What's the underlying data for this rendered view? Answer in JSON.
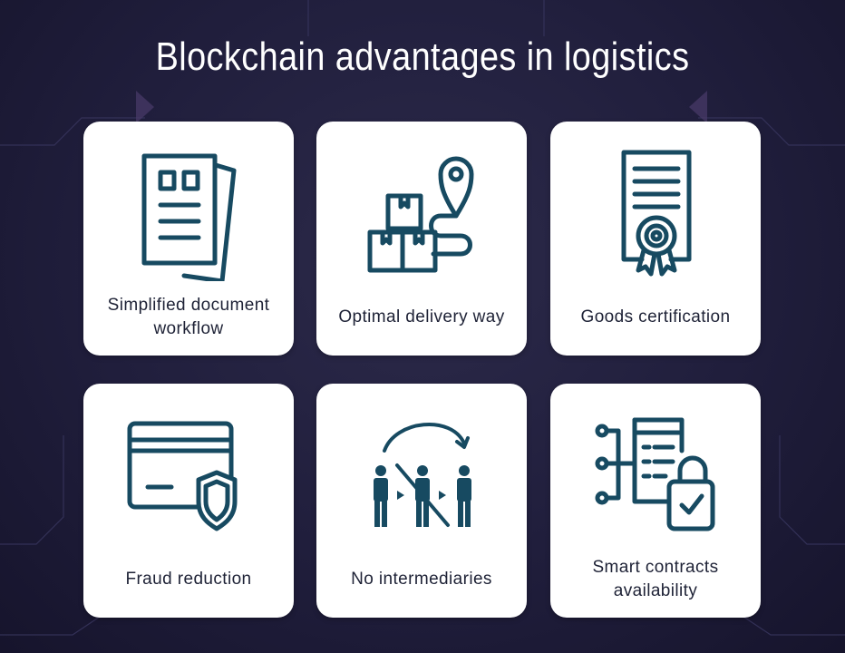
{
  "title": "Blockchain advantages in logistics",
  "colors": {
    "background": "#201e3c",
    "icon": "#174a61",
    "card": "#ffffff",
    "text": "#1e2236",
    "title": "#ffffff"
  },
  "cards": [
    {
      "label": "Simplified document\nworkflow",
      "icon": "documents-icon"
    },
    {
      "label": "Optimal delivery way",
      "icon": "boxes-route-pin-icon"
    },
    {
      "label": "Goods certification",
      "icon": "certificate-icon"
    },
    {
      "label": "Fraud reduction",
      "icon": "card-shield-icon"
    },
    {
      "label": "No intermediaries",
      "icon": "people-arrow-icon"
    },
    {
      "label": "Smart contracts\navailability",
      "icon": "contract-lock-icon"
    }
  ]
}
